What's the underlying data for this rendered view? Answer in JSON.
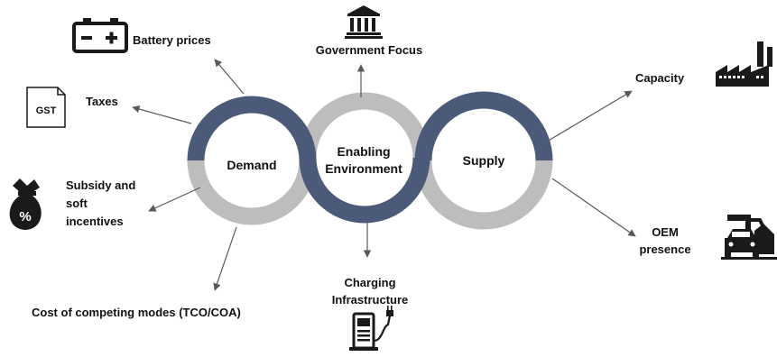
{
  "colors": {
    "ring_dark": "#4a5a78",
    "ring_light": "#bdbdbd",
    "arrow": "#595959",
    "icon": "#1a1a1a",
    "text": "#111111"
  },
  "rings": {
    "demand": "Demand",
    "enabling_line1": "Enabling",
    "enabling_line2": "Environment",
    "supply": "Supply"
  },
  "factors": {
    "battery_prices": "Battery prices",
    "taxes": "Taxes",
    "gst_doc_text": "GST",
    "subsidy_line1": "Subsidy and",
    "subsidy_line2": "soft",
    "subsidy_line3": "incentives",
    "subsidy_icon_symbol": "%",
    "cost_competing": "Cost of competing modes (TCO/COA)",
    "government_focus": "Government Focus",
    "charging_line1": "Charging",
    "charging_line2": "Infrastructure",
    "capacity": "Capacity",
    "oem_line1": "OEM",
    "oem_line2": "presence"
  },
  "icons": {
    "battery": "battery-icon",
    "gst_document": "document-icon",
    "money_bag": "money-bag-icon",
    "government": "government-building-icon",
    "charging_station": "charging-station-icon",
    "factory": "factory-icon",
    "oem": "car-factory-icon"
  }
}
